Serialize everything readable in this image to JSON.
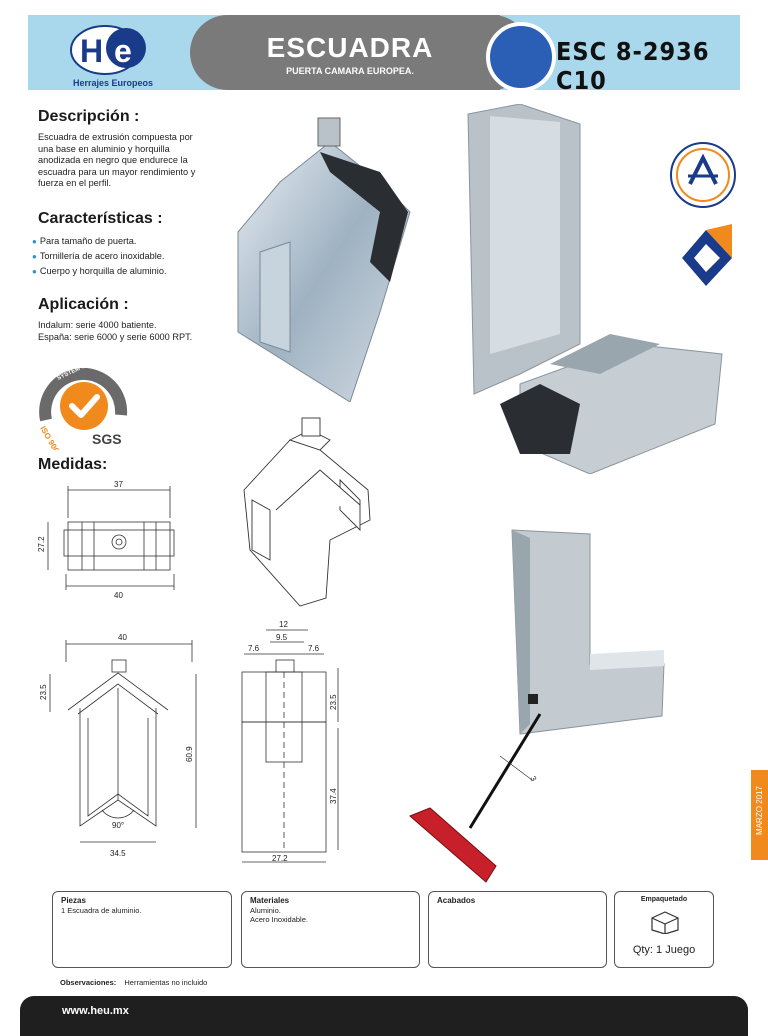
{
  "header": {
    "brand_logo_text": "HE",
    "brand_name": "Herrajes Europeos",
    "title": "ESCUADRA",
    "subtitle": "PUERTA CAMARA EUROPEA.",
    "code": "ESC 8-2936 C10"
  },
  "description": {
    "heading": "Descripción :",
    "text": "Escuadra de extrusión compuesta por una base en aluminio y horquilla anodizada en negro que endurece la escuadra para un mayor rendimiento y fuerza en el perfil."
  },
  "features": {
    "heading": "Características :",
    "items": [
      "Para tamaño de puerta.",
      "Tornillería de acero inoxidable.",
      "Cuerpo y horquilla de aluminio."
    ]
  },
  "application": {
    "heading": "Aplicación :",
    "lines": [
      "Indalum: serie 4000 batiente.",
      "España: serie 6000 y serie 6000 RPT."
    ]
  },
  "certification": {
    "ring_text": "SYSTEM CERTIFICATION",
    "iso": "ISO 9001",
    "brand": "SGS"
  },
  "measures": {
    "heading": "Medidas:",
    "top_view": {
      "width_top": "37",
      "height": "27.2",
      "width_bottom": "40"
    },
    "front_view": {
      "width_top": "40",
      "left_height": "23.5",
      "right_height": "60.9",
      "angle": "90°",
      "base": "34.5"
    },
    "side_view": {
      "top": "12",
      "inner": "9.5",
      "left": "7.6",
      "right": "7.6",
      "upper": "23.5",
      "lower": "37.4",
      "base": "27.2"
    },
    "tool_size": "3"
  },
  "boxes": {
    "pieces": {
      "title": "Piezas",
      "body": "1 Escuadra de aluminio."
    },
    "materials": {
      "title": "Materiales",
      "lines": [
        "Aluminio.",
        "Acero Inoxidable."
      ]
    },
    "finishes": {
      "title": "Acabados"
    },
    "packing": {
      "title": "Empaquetado",
      "qty": "Qty: 1 Juego"
    }
  },
  "observations": {
    "label": "Observaciones:",
    "text": "Herramientas no incluido"
  },
  "footer": {
    "url": "www.heu.mx"
  },
  "date_tab": "MARZO 2017",
  "colors": {
    "header_light": "#a9d8ec",
    "header_dark": "#7a7a7a",
    "accent_blue": "#2a5fb5",
    "sgs_orange": "#f08a1c",
    "footer": "#1f1f1f"
  }
}
